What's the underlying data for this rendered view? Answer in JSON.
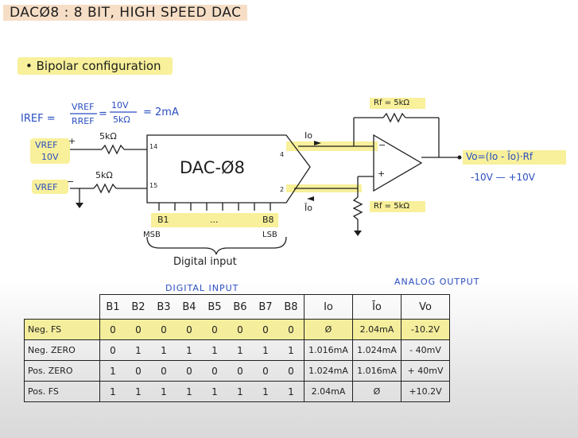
{
  "title": "DACØ8 : 8 BIT, HIGH SPEED DAC",
  "section": "• Bipolar configuration",
  "formula": {
    "lhs": "IREF =",
    "frac1_num": "VREF",
    "frac1_den": "RREF",
    "eq": "=",
    "frac2_num": "10V",
    "frac2_den": "5kΩ",
    "result": "= 2mA"
  },
  "circuit": {
    "vref_plus": "VREF",
    "vref_plus_sign": "+",
    "vref_value": "10V",
    "vref_minus": "VREF",
    "vref_minus_sign": "−",
    "r_top": "5kΩ",
    "r_bottom": "5kΩ",
    "pin14": "14",
    "pin15": "15",
    "pin4": "4",
    "pin2": "2",
    "chip_label": "DAC-Ø8",
    "io_label": "Io",
    "io_bar_label": "Īo",
    "rf_top": "Rf = 5kΩ",
    "rf_bottom": "Rf = 5kΩ",
    "opamp_minus": "−",
    "opamp_plus": "+",
    "vo_formula": "Vo=(Io - Īo)·Rf",
    "vo_range": "-10V — +10V",
    "b1": "B1",
    "b8": "B8",
    "dots": "...",
    "msb": "MSB",
    "lsb": "LSB",
    "digital_input": "Digital input"
  },
  "table": {
    "digital_header": "DIGITAL INPUT",
    "analog_header": "ANALOG OUTPUT",
    "bit_headers": [
      "B1",
      "B2",
      "B3",
      "B4",
      "B5",
      "B6",
      "B7",
      "B8"
    ],
    "out_headers": [
      "Io",
      "Īo",
      "Vo"
    ],
    "rows": [
      {
        "label": "Neg. FS",
        "bits": [
          "0",
          "0",
          "0",
          "0",
          "0",
          "0",
          "0",
          "0"
        ],
        "io": "Ø",
        "iobar": "2.04mA",
        "vo": "-10.2V",
        "highlight": true
      },
      {
        "label": "Neg. ZERO",
        "bits": [
          "0",
          "1",
          "1",
          "1",
          "1",
          "1",
          "1",
          "1"
        ],
        "io": "1.016mA",
        "iobar": "1.024mA",
        "vo": "- 40mV",
        "highlight": false
      },
      {
        "label": "Pos. ZERO",
        "bits": [
          "1",
          "0",
          "0",
          "0",
          "0",
          "0",
          "0",
          "0"
        ],
        "io": "1.024mA",
        "iobar": "1.016mA",
        "vo": "+ 40mV",
        "highlight": false
      },
      {
        "label": "Pos. FS",
        "bits": [
          "1",
          "1",
          "1",
          "1",
          "1",
          "1",
          "1",
          "1"
        ],
        "io": "2.04mA",
        "iobar": "Ø",
        "vo": "+10.2V",
        "highlight": false
      }
    ]
  },
  "colors": {
    "highlight": "#f5eb78",
    "accent_blue": "#2a4ec0",
    "title_bg": "#f0c8a0"
  }
}
